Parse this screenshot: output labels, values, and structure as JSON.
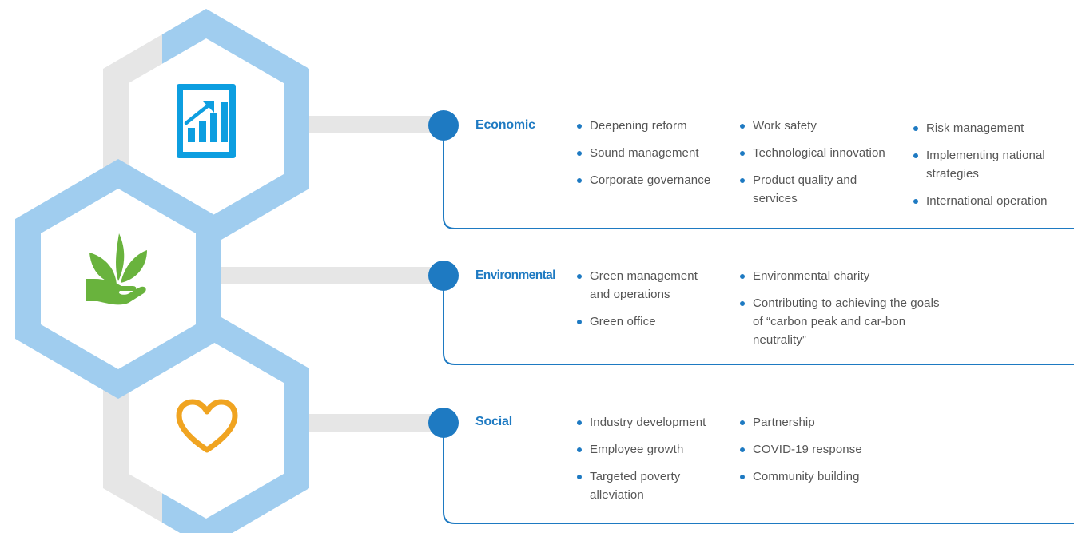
{
  "colors": {
    "accent_blue": "#1e7ac2",
    "hex_outer_blue": "#a0cdef",
    "hex_outer_gray": "#e6e6e6",
    "economic_icon": "#0d9ee0",
    "environmental_icon": "#69b33d",
    "social_icon": "#f0a421"
  },
  "sections": [
    {
      "heading": "Economic",
      "icon": "growth-chart-icon",
      "columns": [
        [
          "Deepening reform",
          "Sound management",
          "Corporate governance"
        ],
        [
          "Work safety",
          "Technological innovation",
          "Product quality and services"
        ],
        [
          "Risk management",
          "Implementing national strategies",
          "International operation"
        ]
      ]
    },
    {
      "heading": "Environmental",
      "icon": "plant-in-hand-icon",
      "columns": [
        [
          "Green management and operations",
          "Green office"
        ],
        [
          "Environmental charity",
          "Contributing to achieving the goals of “carbon peak and car-bon neutrality”"
        ]
      ]
    },
    {
      "heading": "Social",
      "icon": "heart-icon",
      "columns": [
        [
          "Industry development",
          "Employee growth",
          "Targeted poverty alleviation"
        ],
        [
          "Partnership",
          "COVID-19 response",
          "Community building"
        ]
      ]
    }
  ]
}
